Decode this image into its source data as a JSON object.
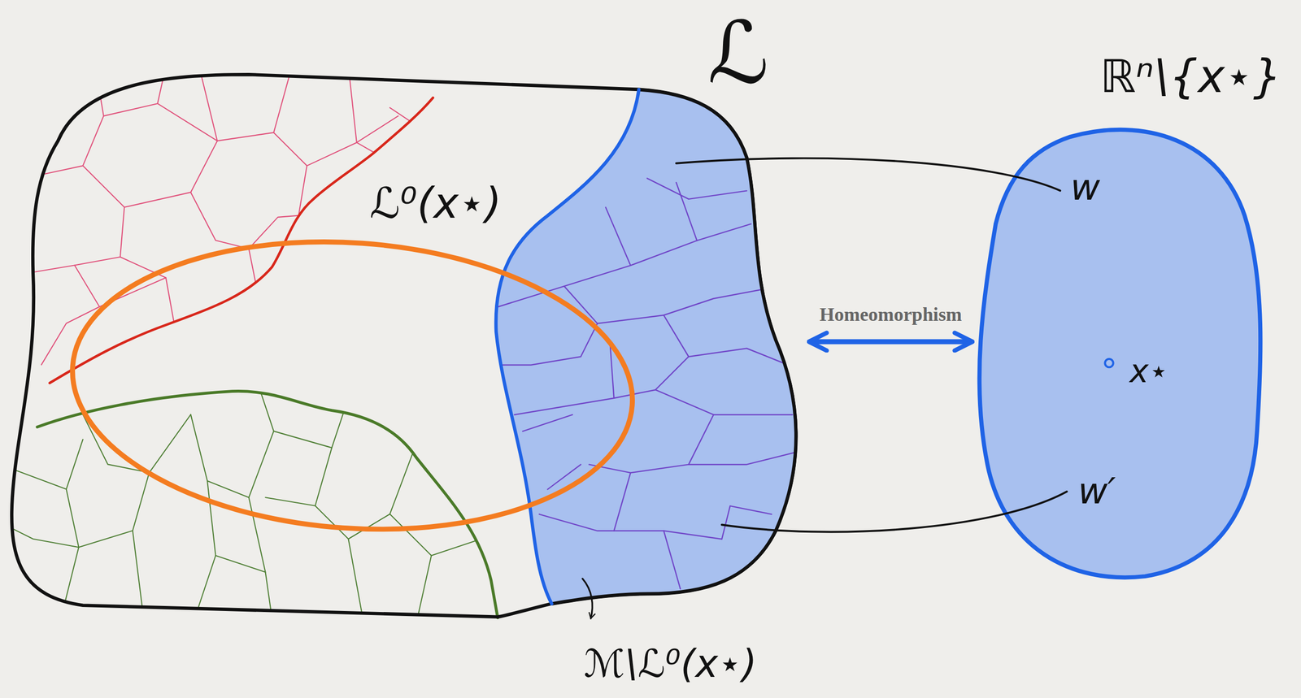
{
  "diagram": {
    "nodes": [
      {
        "text": [
          "ℒ"
        ]
      },
      {
        "text": [
          "ℳ\\ℒ⁰(x⋆)"
        ],
        "in": 0
      },
      {
        "text": [
          "ℒ⁰(x⋆)"
        ],
        "in": 0
      },
      {
        "text": [
          "ℝⁿ\\{x⋆}",
          "w",
          "x⋆",
          "w′"
        ]
      }
    ],
    "edges": [
      {
        "from": 1,
        "to": 3,
        "arrow": "both",
        "label": "Homeomorphism"
      }
    ]
  }
}
